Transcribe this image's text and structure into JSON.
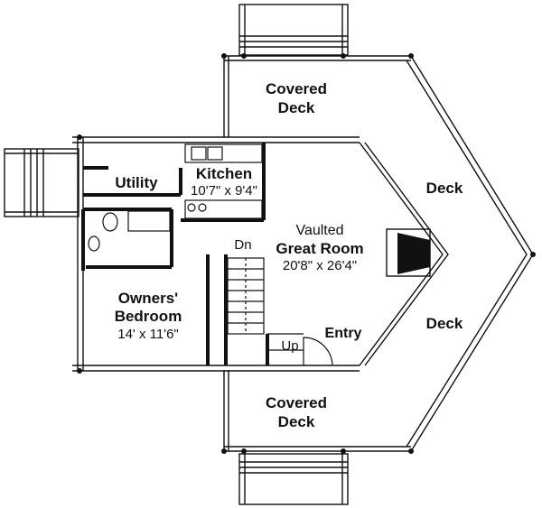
{
  "rooms": {
    "covered_deck_top": {
      "line1": "Covered",
      "line2": "Deck"
    },
    "covered_deck_bottom": {
      "line1": "Covered",
      "line2": "Deck"
    },
    "deck_upper": {
      "label": "Deck"
    },
    "deck_lower": {
      "label": "Deck"
    },
    "utility": {
      "label": "Utility"
    },
    "kitchen": {
      "label": "Kitchen",
      "size": "10'7\" x 9'4\""
    },
    "great_room": {
      "line1": "Vaulted",
      "line2": "Great Room",
      "size": "20'8\" x 26'4\""
    },
    "owners_bedroom": {
      "line1": "Owners'",
      "line2": "Bedroom",
      "size": "14' x 11'6\""
    },
    "entry": {
      "label": "Entry"
    }
  },
  "stairs": {
    "down": "Dn",
    "up": "Up"
  }
}
